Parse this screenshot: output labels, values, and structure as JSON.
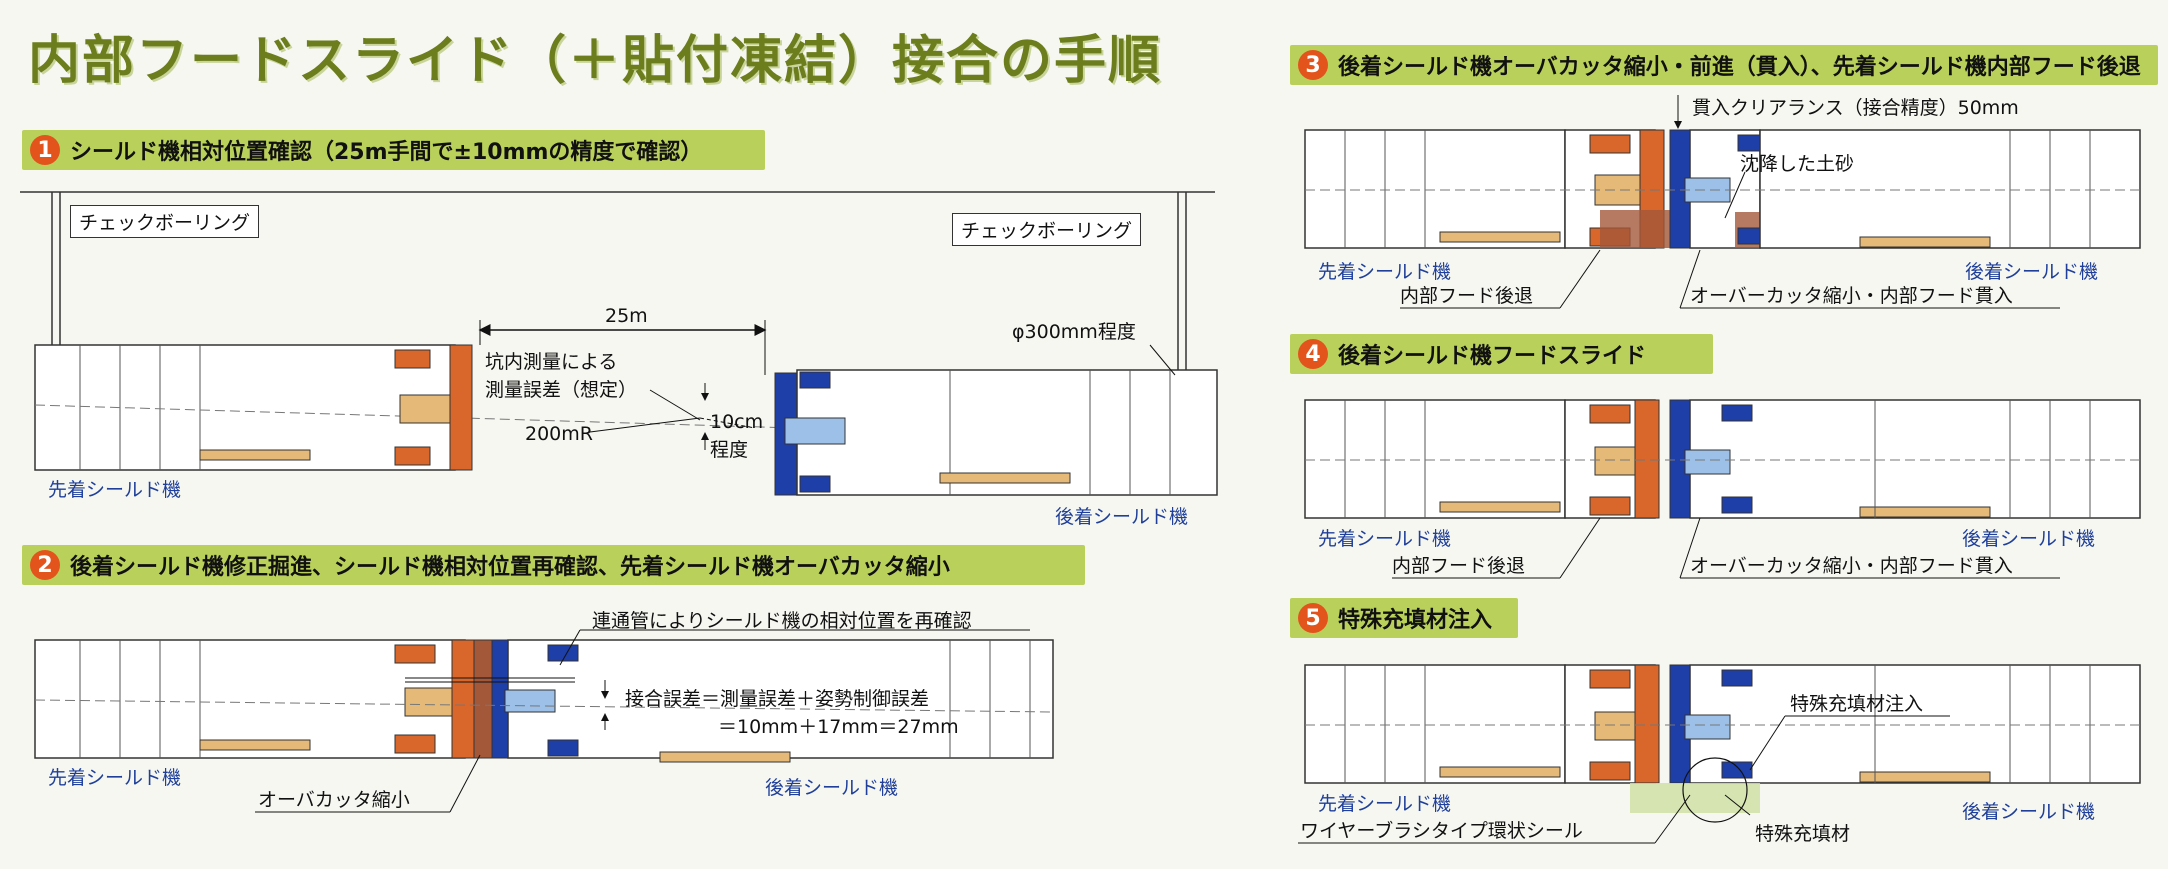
{
  "title": "内部フードスライド（＋貼付凍結）接合の手順",
  "colors": {
    "orange": "#d9662a",
    "blue": "#1e3ea8",
    "band": "#b9d15a",
    "tan": "#e5b978",
    "title": "#6b7d1c"
  },
  "steps": [
    {
      "num": "1",
      "text": "シールド機相対位置確認（25m手間で±10mmの精度で確認）"
    },
    {
      "num": "2",
      "text": "後着シールド機修正掘進、シールド機相対位置再確認、先着シールド機オーバカッタ縮小"
    },
    {
      "num": "3",
      "text": "後着シールド機オーバカッタ縮小・前進（貫入）、先着シールド機内部フード後退"
    },
    {
      "num": "4",
      "text": "後着シールド機フードスライド"
    },
    {
      "num": "5",
      "text": "特殊充填材注入"
    }
  ],
  "labels": {
    "check_boring_left": "チェックボーリング",
    "check_boring_right": "チェックボーリング",
    "dist_25m": "25m",
    "survey_error_1": "坑内測量による",
    "survey_error_2": "測量誤差（想定）",
    "radius": "200mR",
    "offset_1": "10cm",
    "offset_2": "程度",
    "phi": "φ300mm程度",
    "lead_machine": "先着シールド機",
    "follow_machine": "後着シールド機",
    "reconfirm": "連通管によりシールド機の相対位置を再確認",
    "joint_error_1": "接合誤差＝測量誤差＋姿勢制御誤差",
    "joint_error_2": "＝10mm＋17mm＝27mm",
    "overcutter_shrink": "オーバカッタ縮小",
    "clearance": "貫入クリアランス（接合精度）50mm",
    "settled_soil": "沈降した土砂",
    "inner_hood_retreat": "内部フード後退",
    "overcutter_penetrate": "オーバーカッタ縮小・内部フード貫入",
    "special_fill_inject": "特殊充填材注入",
    "wire_brush_seal": "ワイヤーブラシタイプ環状シール",
    "special_fill": "特殊充填材"
  }
}
